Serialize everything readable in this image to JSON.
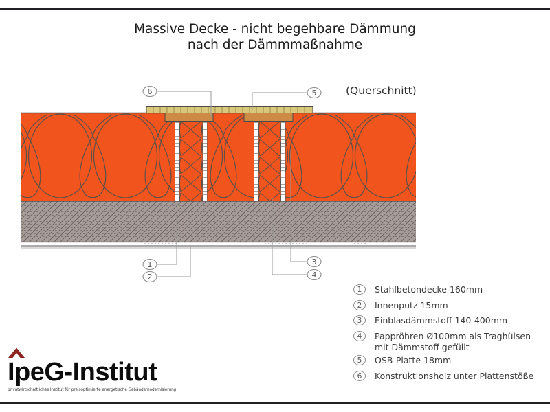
{
  "header": {
    "title_line1": "Massive Decke - nicht begehbare Dämmung",
    "title_line2": "nach der Dämmmaßnahme"
  },
  "drawing": {
    "view_label": "(Querschnitt)",
    "callout_numbers": [
      "1",
      "2",
      "3",
      "4",
      "5",
      "6"
    ]
  },
  "legend": {
    "items": [
      {
        "number": "1",
        "label": "Stahlbetondecke 160mm"
      },
      {
        "number": "2",
        "label": "Innenputz 15mm"
      },
      {
        "number": "3",
        "label": "Einblasdämmstoff 140-400mm"
      },
      {
        "number": "4",
        "label": "Pappröhren Ø100mm als Traghülsen",
        "label_line2": "mit Dämmstoff gefüllt"
      },
      {
        "number": "5",
        "label": "OSB-Platte 18mm"
      },
      {
        "number": "6",
        "label": "Konstruktionsholz unter Plattenstöße"
      }
    ]
  },
  "logo": {
    "name": "IpeG-Institut",
    "tagline": "privatwirtschaftliches Institut für preisoptimierte energetische Gebäudemodernisierung"
  },
  "colors": {
    "insulation": "#F1541C",
    "pattern_line": "#5D5049",
    "concrete": "#A69C9A",
    "concrete_line": "#6E6360",
    "osb": "#D9C77B",
    "wood": "#CD8A44",
    "outline": "#4A4A4A",
    "leader": "#999999",
    "callout_stroke": "#8A8A8A",
    "logo_red": "#8E2420"
  }
}
